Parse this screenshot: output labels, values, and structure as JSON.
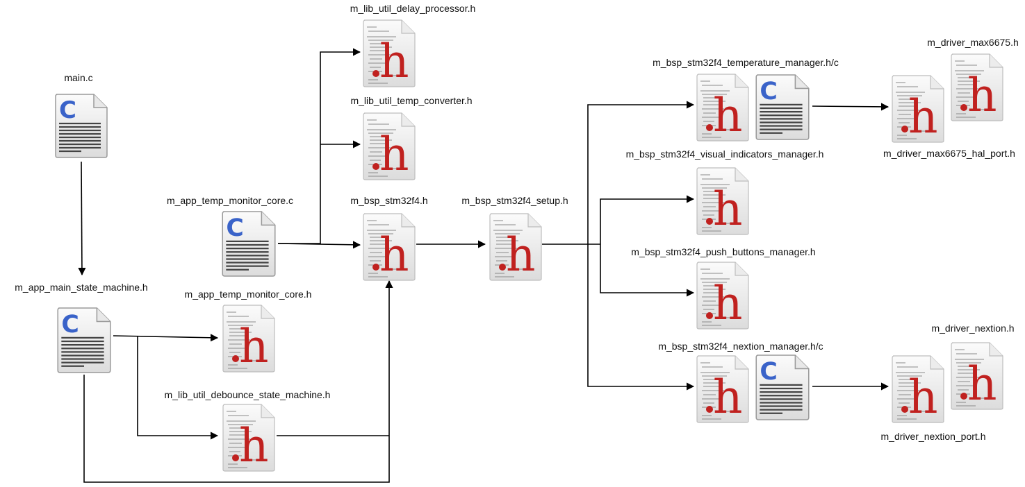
{
  "files": {
    "main_c": {
      "label": "main.c",
      "kind": "c"
    },
    "app_main_state_machine": {
      "label": "m_app_main_state_machine.h",
      "kind": "c"
    },
    "app_temp_monitor_core_c": {
      "label": "m_app_temp_monitor_core.c",
      "kind": "c"
    },
    "app_temp_monitor_core_h": {
      "label": "m_app_temp_monitor_core.h",
      "kind": "h"
    },
    "lib_util_debounce": {
      "label": "m_lib_util_debounce_state_machine.h",
      "kind": "h"
    },
    "lib_util_delay": {
      "label": "m_lib_util_delay_processor.h",
      "kind": "h"
    },
    "lib_util_temp_converter": {
      "label": "m_lib_util_temp_converter.h",
      "kind": "h"
    },
    "bsp_stm32f4": {
      "label": "m_bsp_stm32f4.h",
      "kind": "h"
    },
    "bsp_stm32f4_setup": {
      "label": "m_bsp_stm32f4_setup.h",
      "kind": "h"
    },
    "bsp_temperature_manager": {
      "label": "m_bsp_stm32f4_temperature_manager.h/c",
      "kind": "h+c"
    },
    "bsp_visual_indicators": {
      "label": "m_bsp_stm32f4_visual_indicators_manager.h",
      "kind": "h"
    },
    "bsp_push_buttons": {
      "label": "m_bsp_stm32f4_push_buttons_manager.h",
      "kind": "h"
    },
    "bsp_nextion_manager": {
      "label": "m_bsp_stm32f4_nextion_manager.h/c",
      "kind": "h+c"
    },
    "driver_max6675": {
      "label": "m_driver_max6675.h",
      "kind": "h"
    },
    "driver_max6675_hal_port": {
      "label": "m_driver_max6675_hal_port.h",
      "kind": "h"
    },
    "driver_nextion": {
      "label": "m_driver_nextion.h",
      "kind": "h"
    },
    "driver_nextion_port": {
      "label": "m_driver_nextion_port.h",
      "kind": "h"
    }
  },
  "icons": {
    "c_glyph": "C",
    "h_glyph": "h",
    "c_color": "#3a63c9",
    "h_color": "#c0211f",
    "line_color": "#000000"
  }
}
